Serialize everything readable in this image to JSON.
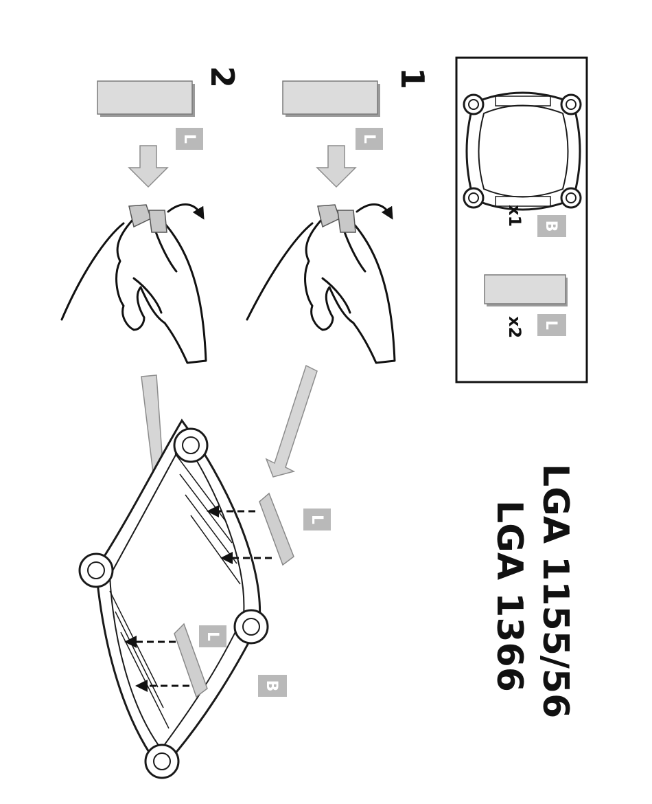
{
  "title": {
    "line1": "LGA 1155/56",
    "line2": "LGA 1366"
  },
  "steps": [
    {
      "number": "1"
    },
    {
      "number": "2"
    }
  ],
  "parts_box": {
    "bracket": {
      "quantity": "x1",
      "badge": "B"
    },
    "pad": {
      "quantity": "x2",
      "badge": "L"
    }
  },
  "badges": {
    "pad": "L",
    "bracket": "B"
  },
  "colors": {
    "badge": "#b9b9b9",
    "pad": "#dcdcdc",
    "arrow": "#d6d6d6",
    "line": "#111111"
  },
  "icons": [
    "adhesive-pad-icon",
    "peel-hand-icon",
    "down-arrow-icon",
    "backplate-bracket-icon",
    "dashed-arrow-icon"
  ]
}
